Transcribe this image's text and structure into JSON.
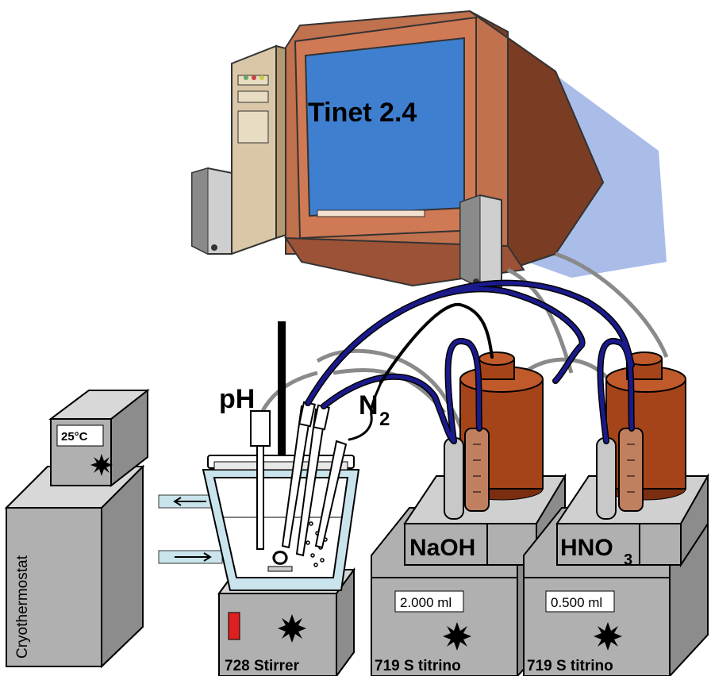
{
  "computer": {
    "screen_label": "Tinet 2.4"
  },
  "probes": {
    "ph_label": "pH",
    "n2_label": "N",
    "n2_subscript": "2"
  },
  "cryothermostat": {
    "label": "Cryothermostat",
    "temperature": "25°C"
  },
  "stirrer": {
    "label": "728 Stirrer"
  },
  "titrino_1": {
    "reagent": "NaOH",
    "volume_display": "2.000 ml",
    "label": "719 S titrino"
  },
  "titrino_2": {
    "reagent": "HNO",
    "reagent_subscript": "3",
    "volume_display": "0.500 ml",
    "label": "719 S titrino"
  },
  "colors": {
    "monitor_case": "#c0714d",
    "screen": "#3f7fd0",
    "bottle": "#a54419",
    "tubing": "#1a1a8c",
    "device_gray": "#b0b0b0",
    "shadow": "#a9bde8"
  },
  "icons": [
    "sun-icon",
    "stir-arrows-icon"
  ]
}
